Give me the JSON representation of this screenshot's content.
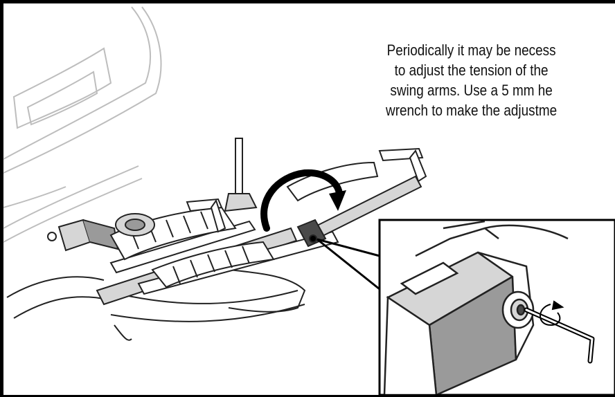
{
  "figure": {
    "caption_lines": [
      "Periodically it may be necess",
      "to adjust the tension of the",
      "swing arms. Use a 5 mm he",
      "wrench to make the adjustme"
    ],
    "colors": {
      "background": "#ffffff",
      "frame": "#000000",
      "line": "#222222",
      "faint_line": "#bdbdbd",
      "metal": "#9a9a9a",
      "metal_light": "#d6d6d6",
      "tube_dark": "#4a4a4a"
    },
    "icons": [
      "rotation-arrow-icon",
      "hex-wrench-icon",
      "small-rotation-arrow-icon"
    ]
  }
}
